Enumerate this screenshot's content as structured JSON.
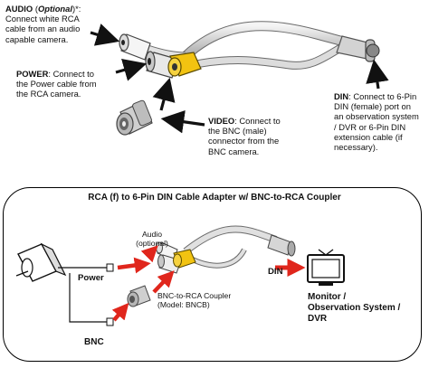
{
  "top": {
    "audio": {
      "title": "AUDIO",
      "optional": "Optional",
      "suffix": ")*:",
      "open_paren": " (",
      "line1": "Connect white RCA",
      "line2": "cable from an audio",
      "line3": "capable camera."
    },
    "power": {
      "title": "POWER",
      "line1": ": Connect to",
      "line2": "the Power cable from",
      "line3": "the RCA camera."
    },
    "video": {
      "title": "VIDEO",
      "line1": ": Connect to",
      "line2": "the BNC (male)",
      "line3": "connector from the",
      "line4": "BNC camera."
    },
    "din": {
      "title": "DIN",
      "line1": ": Connect to 6-Pin",
      "line2": "DIN (female) port on",
      "line3": "an observation system",
      "line4": "/ DVR or 6-Pin DIN",
      "line5": "extension cable (if",
      "line6": "necessary)."
    }
  },
  "bottom": {
    "title": "RCA (f) to 6-Pin DIN Cable Adapter w/ BNC-to-RCA Coupler",
    "audio_l1": "Audio",
    "audio_l2": "(optional)",
    "power": "Power",
    "bnc": "BNC",
    "coupler_l1": "BNC-to-RCA Coupler",
    "coupler_l2": "(Model: BNCB)",
    "din": "DIN",
    "monitor_l1": "Monitor /",
    "monitor_l2": "Observation System /",
    "monitor_l3": "DVR"
  },
  "colors": {
    "arrow": "#e0261c",
    "yellow": "#f2c311",
    "cable": "#d9d9d9"
  }
}
